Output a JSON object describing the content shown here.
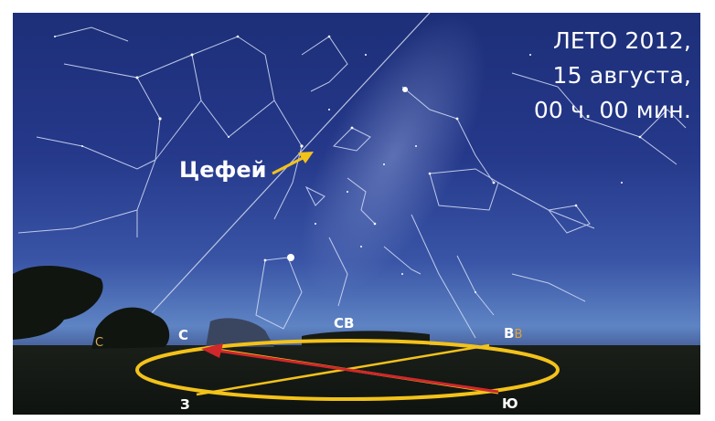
{
  "title": {
    "line1": "ЛЕТО 2012,",
    "line2": "15 августа,",
    "line3": "00 ч. 00 мин."
  },
  "constellation_label": "Цефей",
  "directions": {
    "north": "С",
    "northeast": "СВ",
    "east": "В",
    "east_sub": "В",
    "west": "З",
    "south": "Ю",
    "north_faint": "С"
  },
  "colors": {
    "horizon_ellipse": "#f3c21a",
    "arrow": "#d0272a",
    "pointer_arrow": "#f3c21a",
    "text": "#ffffff",
    "sub_label": "#e0a23a"
  }
}
